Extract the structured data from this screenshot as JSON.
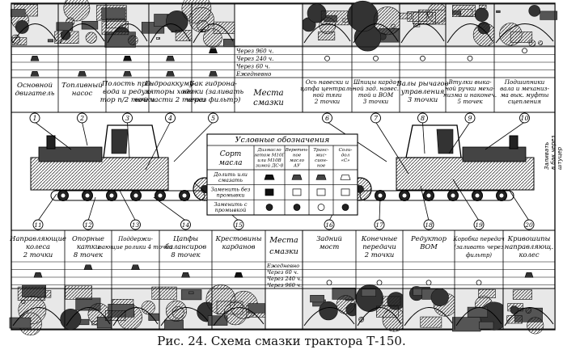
{
  "caption": "Рис. 24. Схема смазки трактора Т-150.",
  "period_labels_top": [
    "Через 960 ч.",
    "Через 240 ч.",
    "Через 60 ч.",
    "Ежедневно"
  ],
  "period_labels_bottom": [
    "Ежедневно",
    "Через 60 ч.",
    "Через 240 ч.",
    "Через 960 ч."
  ],
  "top_places_label": [
    "Места",
    "смазки"
  ],
  "bottom_places_label": [
    "Места",
    "смазки"
  ],
  "top_points": [
    {
      "n": "1",
      "lines": [
        "Основной",
        "двигатель"
      ]
    },
    {
      "n": "2",
      "lines": [
        "Топливный",
        "насос"
      ]
    },
    {
      "n": "3",
      "lines": [
        "Полость при-",
        "вода и редук-",
        "тор п/2 точки"
      ]
    },
    {
      "n": "4",
      "lines": [
        "Гидроаккуму-",
        "ляторы ходо-",
        "вой части 2 точки"
      ]
    },
    {
      "n": "5",
      "lines": [
        "Бак гидрона-",
        "вески (заливать",
        "через фильтр)"
      ]
    },
    {
      "n": "6",
      "lines": [
        "Ось навески и",
        "цапфа централь-",
        "ной тяги",
        "2 точки"
      ]
    },
    {
      "n": "7",
      "lines": [
        "Шпицы карда-",
        "ной зад. навес.",
        "той и ВОМ",
        "3 точки"
      ]
    },
    {
      "n": "8",
      "lines": [
        "Валы рычагов",
        "управления",
        "3 точки"
      ]
    },
    {
      "n": "9",
      "lines": [
        "Втулки выка-",
        "ной ручки меха-",
        "низма и наконеч.",
        "5 точек"
      ]
    },
    {
      "n": "10",
      "lines": [
        "Подшипники",
        "вала и механиз-",
        "ма вык. муфты",
        "сцепления"
      ]
    }
  ],
  "bottom_points": [
    {
      "n": "11",
      "lines": [
        "Направляющие",
        "колеса",
        "2 точки"
      ]
    },
    {
      "n": "12",
      "lines": [
        "Опорные",
        "катки",
        "8 точек"
      ]
    },
    {
      "n": "13",
      "lines": [
        "Поддержи-",
        "вающие ролики 4 точки"
      ]
    },
    {
      "n": "14",
      "lines": [
        "Цапфы",
        "балансиров",
        "8 точек"
      ]
    },
    {
      "n": "15",
      "lines": [
        "Крестовины",
        "карданов"
      ]
    },
    {
      "n": "16",
      "lines": [
        "Задний",
        "мост"
      ]
    },
    {
      "n": "17",
      "lines": [
        "Конечные",
        "передачи",
        "2 точки"
      ]
    },
    {
      "n": "18",
      "lines": [
        "Редуктор",
        "ВОМ"
      ]
    },
    {
      "n": "19",
      "lines": [
        "Коробка передач",
        "(заливать через",
        "фильтр)"
      ]
    },
    {
      "n": "20",
      "lines": [
        "Кривошипы",
        "направляющ.",
        "колес"
      ]
    }
  ],
  "legend": {
    "title": "Условные обозначения",
    "row_header": [
      "Сорт",
      "масла"
    ],
    "col_headers": [
      [
        "Дизмасло",
        "летом М10Г",
        "или М10В",
        "зимой ДС-8"
      ],
      [
        "Веретен-",
        "ное",
        "масло",
        "АУ"
      ],
      [
        "Транс-",
        "мис-",
        "сион-",
        "ное"
      ],
      [
        "Соли-",
        "дол",
        "«С»"
      ]
    ],
    "rows": [
      "Долить или смазать",
      "Заменить без промывки",
      "Заменить с промывкой"
    ]
  },
  "side_note": [
    "Заливать",
    "в бак через",
    "штуцер"
  ]
}
